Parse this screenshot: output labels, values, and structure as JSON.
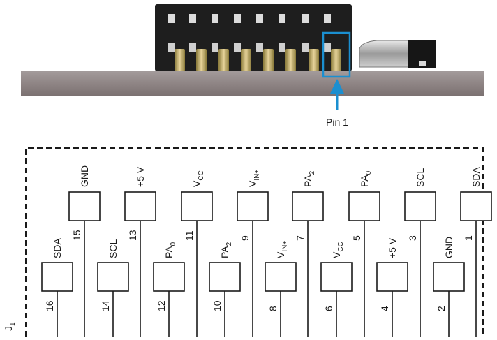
{
  "callout": {
    "label": "Pin 1",
    "color": "#1b8fd0"
  },
  "connector": {
    "designator": "J",
    "subscript": "1"
  },
  "top_row": [
    {
      "pin": "15",
      "label": "GND",
      "sub": ""
    },
    {
      "pin": "13",
      "label": "+5 V",
      "sub": ""
    },
    {
      "pin": "11",
      "label": "V",
      "sub": "CC"
    },
    {
      "pin": "9",
      "label": "V",
      "sub": "IN+"
    },
    {
      "pin": "7",
      "label": "PA",
      "sub": "2"
    },
    {
      "pin": "5",
      "label": "PA",
      "sub": "0"
    },
    {
      "pin": "3",
      "label": "SCL",
      "sub": ""
    },
    {
      "pin": "1",
      "label": "SDA",
      "sub": ""
    }
  ],
  "bottom_row": [
    {
      "pin": "16",
      "label": "SDA",
      "sub": ""
    },
    {
      "pin": "14",
      "label": "SCL",
      "sub": ""
    },
    {
      "pin": "12",
      "label": "PA",
      "sub": "0"
    },
    {
      "pin": "10",
      "label": "PA",
      "sub": "2"
    },
    {
      "pin": "8",
      "label": "V",
      "sub": "IN+"
    },
    {
      "pin": "6",
      "label": "V",
      "sub": "CC"
    },
    {
      "pin": "4",
      "label": "+5 V",
      "sub": ""
    },
    {
      "pin": "2",
      "label": "GND",
      "sub": ""
    }
  ]
}
